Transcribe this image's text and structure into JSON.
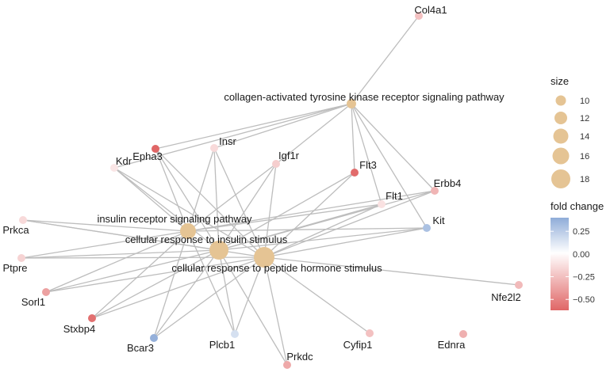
{
  "diagram": {
    "type": "cnetplot",
    "category_color": "#E5C494",
    "edge_color": "#BDBDBD",
    "categories": [
      {
        "id": "c1",
        "label": "collagen-activated tyrosine kinase receptor signaling pathway"
      },
      {
        "id": "c2",
        "label": "insulin receptor signaling pathway"
      },
      {
        "id": "c3",
        "label": "cellular response to insulin stimulus"
      },
      {
        "id": "c4",
        "label": "cellular response to peptide hormone stimulus"
      }
    ],
    "genes": [
      {
        "id": "Col4a1",
        "label": "Col4a1",
        "fold_change": -0.25
      },
      {
        "id": "Epha3",
        "label": "Epha3",
        "fold_change": -0.62
      },
      {
        "id": "Kdr",
        "label": "Kdr",
        "fold_change": -0.1
      },
      {
        "id": "Insr",
        "label": "Insr",
        "fold_change": -0.15
      },
      {
        "id": "Igf1r",
        "label": "Igf1r",
        "fold_change": -0.2
      },
      {
        "id": "Flt3",
        "label": "Flt3",
        "fold_change": -0.6
      },
      {
        "id": "Erbb4",
        "label": "Erbb4",
        "fold_change": -0.3
      },
      {
        "id": "Flt1",
        "label": "Flt1",
        "fold_change": -0.12
      },
      {
        "id": "Kit",
        "label": "Kit",
        "fold_change": 0.3
      },
      {
        "id": "Prkca",
        "label": "Prkca",
        "fold_change": -0.15
      },
      {
        "id": "Ptpre",
        "label": "Ptpre",
        "fold_change": -0.18
      },
      {
        "id": "Sorl1",
        "label": "Sorl1",
        "fold_change": -0.38
      },
      {
        "id": "Stxbp4",
        "label": "Stxbp4",
        "fold_change": -0.58
      },
      {
        "id": "Bcar3",
        "label": "Bcar3",
        "fold_change": 0.38
      },
      {
        "id": "Plcb1",
        "label": "Plcb1",
        "fold_change": 0.15
      },
      {
        "id": "Prkdc",
        "label": "Prkdc",
        "fold_change": -0.35
      },
      {
        "id": "Cyfip1",
        "label": "Cyfip1",
        "fold_change": -0.25
      },
      {
        "id": "Ednra",
        "label": "Ednra",
        "fold_change": -0.32
      },
      {
        "id": "Nfe2l2",
        "label": "Nfe2l2",
        "fold_change": -0.28
      }
    ],
    "edges": [
      [
        "c1",
        "Col4a1"
      ],
      [
        "c1",
        "Epha3"
      ],
      [
        "c1",
        "Kdr"
      ],
      [
        "c1",
        "Insr"
      ],
      [
        "c1",
        "Igf1r"
      ],
      [
        "c1",
        "Flt3"
      ],
      [
        "c1",
        "Erbb4"
      ],
      [
        "c1",
        "Flt1"
      ],
      [
        "c1",
        "Kit"
      ],
      [
        "c2",
        "Epha3"
      ],
      [
        "c2",
        "Kdr"
      ],
      [
        "c2",
        "Insr"
      ],
      [
        "c2",
        "Igf1r"
      ],
      [
        "c2",
        "Prkca"
      ],
      [
        "c2",
        "Ptpre"
      ],
      [
        "c2",
        "Sorl1"
      ],
      [
        "c2",
        "Stxbp4"
      ],
      [
        "c2",
        "Bcar3"
      ],
      [
        "c2",
        "Plcb1"
      ],
      [
        "c2",
        "Flt1"
      ],
      [
        "c2",
        "Erbb4"
      ],
      [
        "c2",
        "Kit"
      ],
      [
        "c3",
        "Epha3"
      ],
      [
        "c3",
        "Kdr"
      ],
      [
        "c3",
        "Insr"
      ],
      [
        "c3",
        "Igf1r"
      ],
      [
        "c3",
        "Flt3"
      ],
      [
        "c3",
        "Prkca"
      ],
      [
        "c3",
        "Ptpre"
      ],
      [
        "c3",
        "Sorl1"
      ],
      [
        "c3",
        "Stxbp4"
      ],
      [
        "c3",
        "Bcar3"
      ],
      [
        "c3",
        "Plcb1"
      ],
      [
        "c3",
        "Prkdc"
      ],
      [
        "c3",
        "Flt1"
      ],
      [
        "c3",
        "Erbb4"
      ],
      [
        "c3",
        "Kit"
      ],
      [
        "c4",
        "Epha3"
      ],
      [
        "c4",
        "Kdr"
      ],
      [
        "c4",
        "Insr"
      ],
      [
        "c4",
        "Igf1r"
      ],
      [
        "c4",
        "Flt3"
      ],
      [
        "c4",
        "Prkca"
      ],
      [
        "c4",
        "Ptpre"
      ],
      [
        "c4",
        "Sorl1"
      ],
      [
        "c4",
        "Stxbp4"
      ],
      [
        "c4",
        "Bcar3"
      ],
      [
        "c4",
        "Plcb1"
      ],
      [
        "c4",
        "Prkdc"
      ],
      [
        "c4",
        "Cyfip1"
      ],
      [
        "c4",
        "Flt1"
      ],
      [
        "c4",
        "Erbb4"
      ],
      [
        "c4",
        "Kit"
      ],
      [
        "c4",
        "Nfe2l2"
      ]
    ]
  },
  "legend": {
    "size_title": "size",
    "size_items": [
      {
        "label": "10",
        "value": 10
      },
      {
        "label": "12",
        "value": 12
      },
      {
        "label": "14",
        "value": 14
      },
      {
        "label": "16",
        "value": 16
      },
      {
        "label": "18",
        "value": 18
      }
    ],
    "color_title": "fold change",
    "color_ticks": [
      {
        "label": "0.25",
        "value": 0.25
      },
      {
        "label": "0.00",
        "value": 0.0
      },
      {
        "label": "−0.25",
        "value": -0.25
      },
      {
        "label": "−0.50",
        "value": -0.5
      }
    ],
    "color_range": [
      -0.62,
      0.4
    ],
    "color_high": "#8FACD8",
    "color_mid": "#FFFFFF",
    "color_low": "#E06666"
  }
}
